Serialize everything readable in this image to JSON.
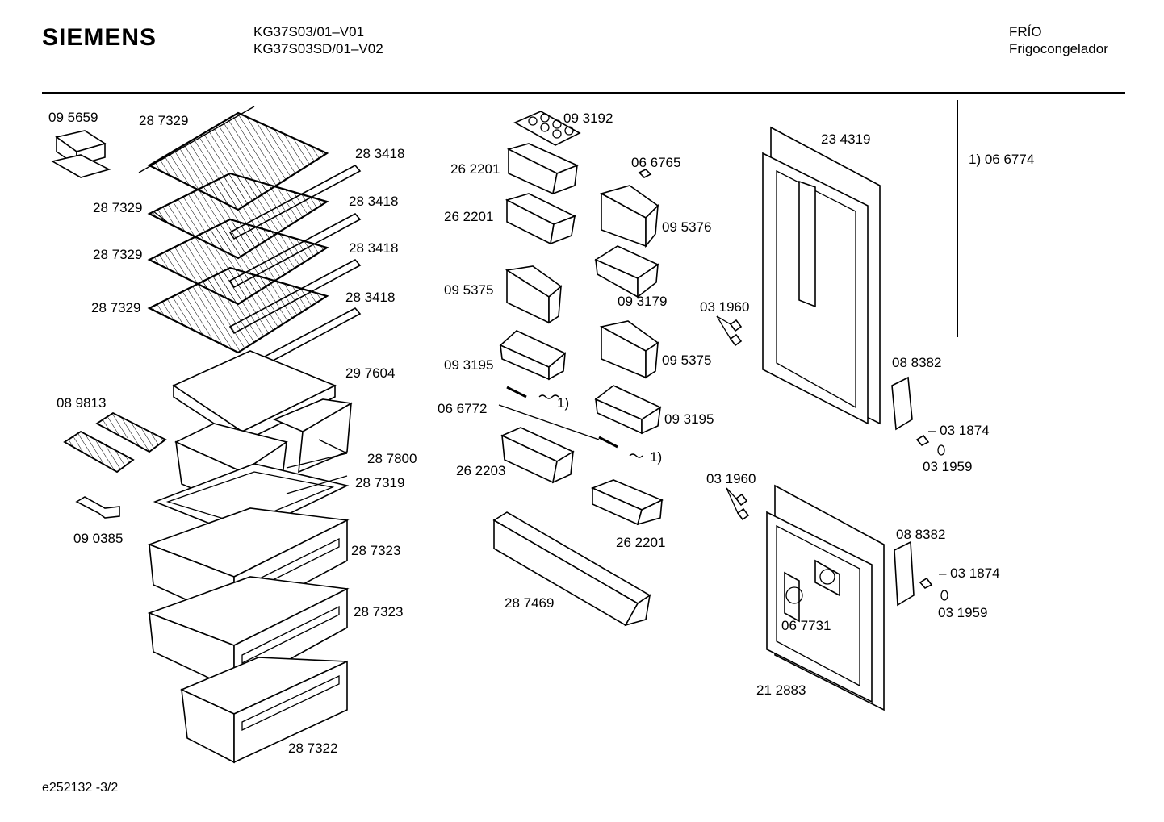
{
  "header": {
    "brand": "SIEMENS",
    "model_1": "KG37S03/01–V01",
    "model_2": "KG37S03SD/01–V02",
    "category": "FRÍO",
    "subcategory": "Frigocongelador"
  },
  "footnote": "1)  06 6774",
  "footer": "e252132   -3/2",
  "labels": [
    "09 5659",
    "28 7329",
    "28 3418",
    "28 7329",
    "28 3418",
    "28 7329",
    "28 3418",
    "28 7329",
    "28 3418",
    "29 7604",
    "08 9813",
    "28 7800",
    "28 7319",
    "09 0385",
    "28 7323",
    "28 7323",
    "28 7322",
    "09 3192",
    "26 2201",
    "06 6765",
    "26 2201",
    "09 5376",
    "09 5375",
    "09 3179",
    "09 3195",
    "09 5375",
    "06 6772",
    "1)",
    "09 3195",
    "26 2203",
    "1)",
    "26 2201",
    "28 7469",
    "23 4319",
    "03 1960",
    "08 8382",
    "– 03 1874",
    "03 1959",
    "03 1960",
    "08 8382",
    "– 03 1874",
    "06 7731",
    "03 1959",
    "21 2883"
  ]
}
